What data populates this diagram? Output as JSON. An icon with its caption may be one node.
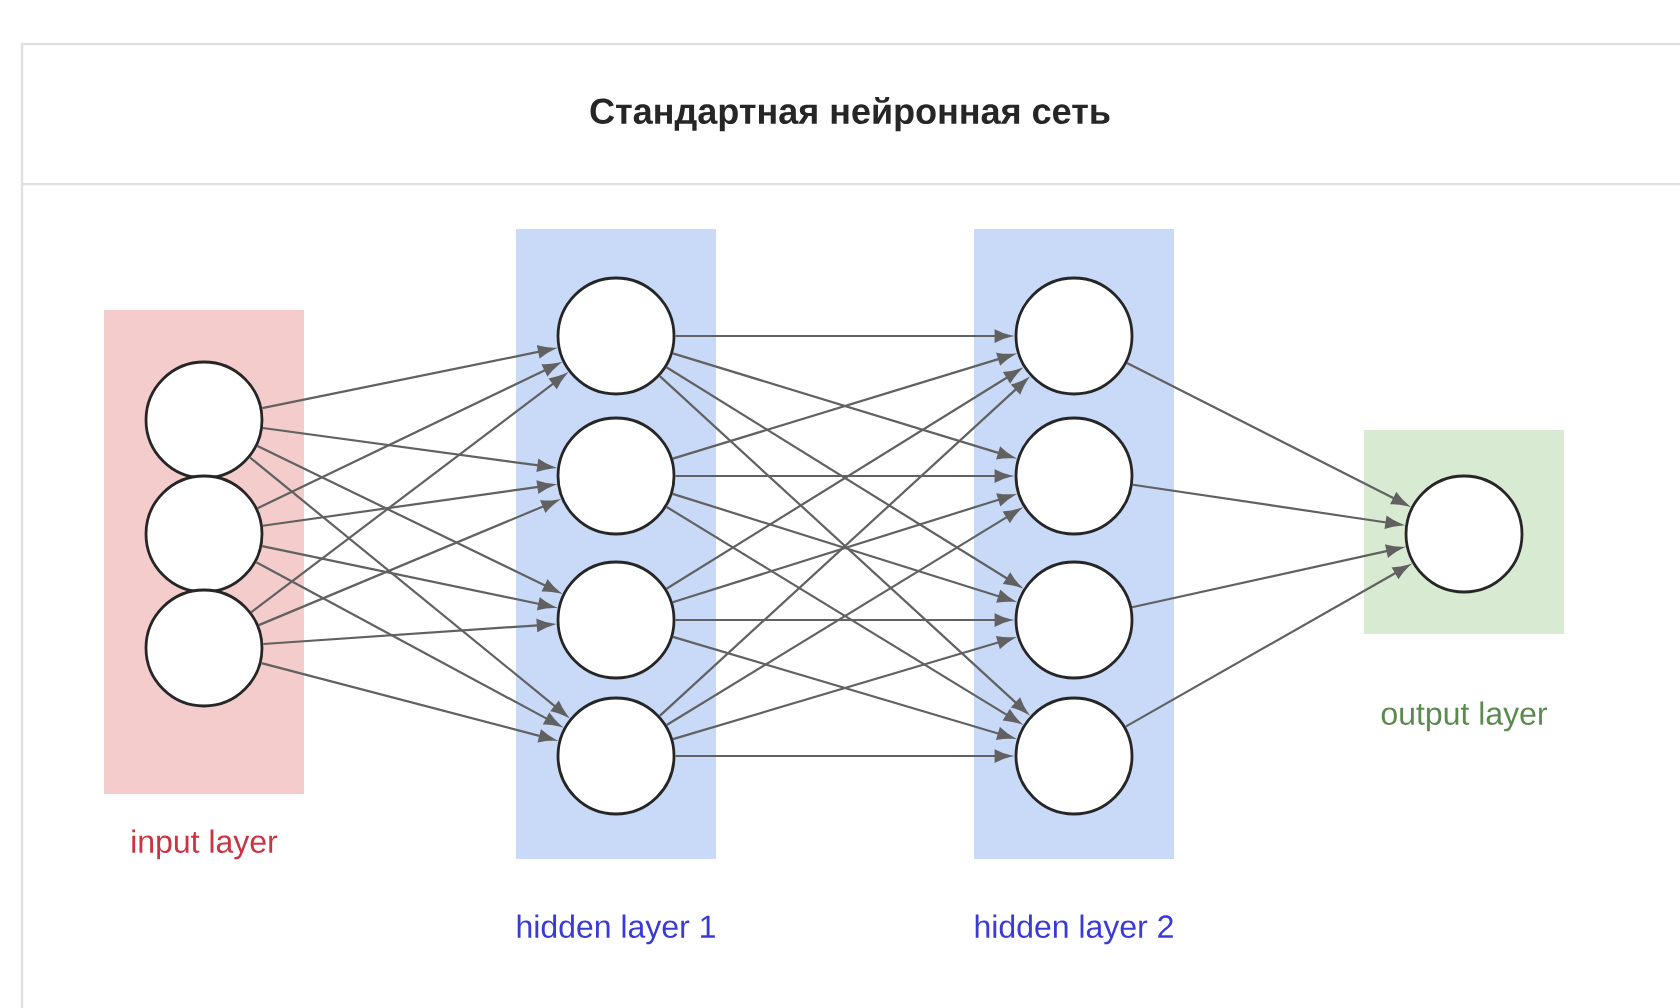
{
  "diagram": {
    "title": "Стандартная нейронная сеть",
    "nodes": [
      {
        "text": [
          "input layer"
        ]
      },
      {
        "text": [],
        "shape": "circle",
        "in": 0
      },
      {
        "text": [],
        "shape": "circle",
        "in": 0
      },
      {
        "text": [],
        "shape": "circle",
        "in": 0
      },
      {
        "text": [
          "hidden layer 1"
        ]
      },
      {
        "text": [],
        "shape": "circle",
        "in": 4
      },
      {
        "text": [],
        "shape": "circle",
        "in": 4
      },
      {
        "text": [],
        "shape": "circle",
        "in": 4
      },
      {
        "text": [],
        "shape": "circle",
        "in": 4
      },
      {
        "text": [
          "hidden layer 2"
        ]
      },
      {
        "text": [],
        "shape": "circle",
        "in": 9
      },
      {
        "text": [],
        "shape": "circle",
        "in": 9
      },
      {
        "text": [],
        "shape": "circle",
        "in": 9
      },
      {
        "text": [],
        "shape": "circle",
        "in": 9
      },
      {
        "text": [
          "output layer"
        ]
      },
      {
        "text": [],
        "shape": "circle",
        "in": 14
      }
    ],
    "edges": [
      {
        "from": 1,
        "to": 5,
        "arrow": "to"
      },
      {
        "from": 1,
        "to": 6,
        "arrow": "to"
      },
      {
        "from": 1,
        "to": 7,
        "arrow": "to"
      },
      {
        "from": 1,
        "to": 8,
        "arrow": "to"
      },
      {
        "from": 2,
        "to": 5,
        "arrow": "to"
      },
      {
        "from": 2,
        "to": 6,
        "arrow": "to"
      },
      {
        "from": 2,
        "to": 7,
        "arrow": "to"
      },
      {
        "from": 2,
        "to": 8,
        "arrow": "to"
      },
      {
        "from": 3,
        "to": 5,
        "arrow": "to"
      },
      {
        "from": 3,
        "to": 6,
        "arrow": "to"
      },
      {
        "from": 3,
        "to": 7,
        "arrow": "to"
      },
      {
        "from": 3,
        "to": 8,
        "arrow": "to"
      },
      {
        "from": 5,
        "to": 10,
        "arrow": "to"
      },
      {
        "from": 5,
        "to": 11,
        "arrow": "to"
      },
      {
        "from": 5,
        "to": 12,
        "arrow": "to"
      },
      {
        "from": 5,
        "to": 13,
        "arrow": "to"
      },
      {
        "from": 6,
        "to": 10,
        "arrow": "to"
      },
      {
        "from": 6,
        "to": 11,
        "arrow": "to"
      },
      {
        "from": 6,
        "to": 12,
        "arrow": "to"
      },
      {
        "from": 6,
        "to": 13,
        "arrow": "to"
      },
      {
        "from": 7,
        "to": 10,
        "arrow": "to"
      },
      {
        "from": 7,
        "to": 11,
        "arrow": "to"
      },
      {
        "from": 7,
        "to": 12,
        "arrow": "to"
      },
      {
        "from": 7,
        "to": 13,
        "arrow": "to"
      },
      {
        "from": 8,
        "to": 10,
        "arrow": "to"
      },
      {
        "from": 8,
        "to": 11,
        "arrow": "to"
      },
      {
        "from": 8,
        "to": 12,
        "arrow": "to"
      },
      {
        "from": 8,
        "to": 13,
        "arrow": "to"
      },
      {
        "from": 10,
        "to": 15,
        "arrow": "to"
      },
      {
        "from": 11,
        "to": 15,
        "arrow": "to"
      },
      {
        "from": 12,
        "to": 15,
        "arrow": "to"
      },
      {
        "from": 13,
        "to": 15,
        "arrow": "to"
      }
    ]
  }
}
